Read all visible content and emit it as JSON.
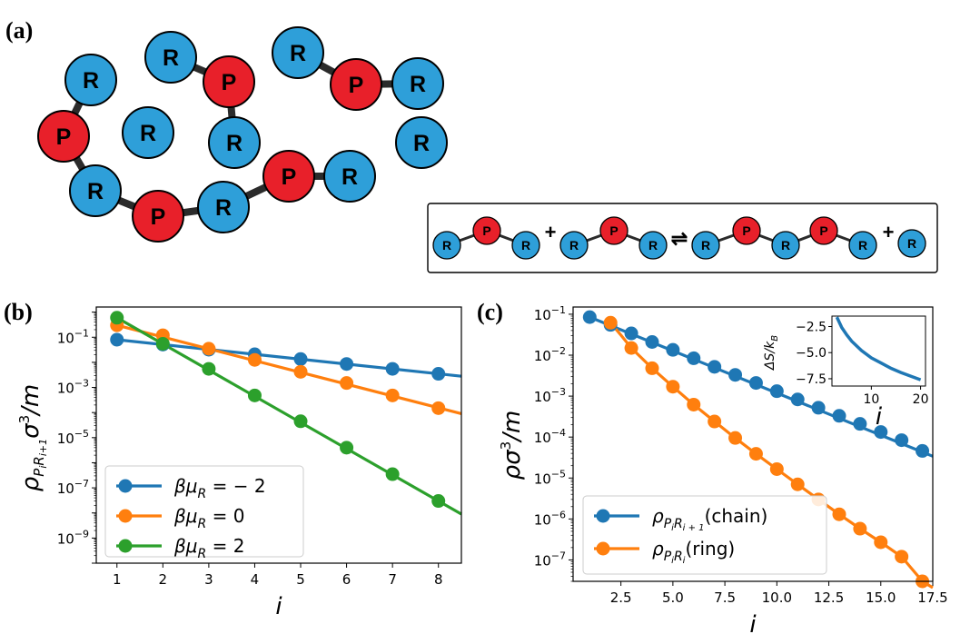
{
  "panel_labels": [
    "(a)",
    "(b)",
    "(c)"
  ],
  "atom_labels": {
    "R": "R",
    "P": "P"
  },
  "colors": {
    "R": "#2e9fd9",
    "P": "#e8202a",
    "blue": "#1f77b4",
    "orange": "#ff7f0e",
    "green": "#2ca02c"
  },
  "reaction_symbols": {
    "plus": "+",
    "equilibrium": "⇌"
  },
  "chart_data": [
    {
      "type": "line",
      "panel": "(b)",
      "xlabel": "i",
      "ylabel": "ρ_{P_iR_{i+1}} σ³/m",
      "yscale": "log",
      "xlim": [
        0.55,
        8.5
      ],
      "ylim": [
        1e-10,
        1.6
      ],
      "xticks": [
        1,
        2,
        3,
        4,
        5,
        6,
        7,
        8
      ],
      "xtick_labels": [
        "1",
        "2",
        "3",
        "4",
        "5",
        "6",
        "7",
        "8"
      ],
      "yticks": [
        0.1,
        0.001,
        1e-05,
        1e-07,
        1e-09
      ],
      "ytick_labels": [
        {
          "b": "10",
          "e": "−1"
        },
        {
          "b": "10",
          "e": "−3"
        },
        {
          "b": "10",
          "e": "−5"
        },
        {
          "b": "10",
          "e": "−7"
        },
        {
          "b": "10",
          "e": "−9"
        }
      ],
      "legend_position": "lower-left",
      "series": [
        {
          "name": "βμ_R = −2",
          "legend": {
            "t1": "βμ",
            "sub": "R",
            "t2": " = − 2"
          },
          "color": "#1f77b4",
          "x": [
            1,
            2,
            3,
            4,
            5,
            6,
            7,
            8
          ],
          "y": [
            0.08,
            0.051,
            0.032,
            0.021,
            0.0135,
            0.0086,
            0.0055,
            0.0035
          ],
          "line_x": [
            1,
            8.5
          ],
          "line_y": [
            0.08,
            0.0028
          ]
        },
        {
          "name": "βμ_R = 0",
          "legend": {
            "t1": "βμ",
            "sub": "R",
            "t2": " = 0"
          },
          "color": "#ff7f0e",
          "x": [
            1,
            2,
            3,
            4,
            5,
            6,
            7,
            8
          ],
          "y": [
            0.3,
            0.12,
            0.035,
            0.0125,
            0.0042,
            0.0015,
            0.00048,
            0.00015
          ],
          "line_x": [
            1,
            8.5
          ],
          "line_y": [
            0.3,
            9e-05
          ]
        },
        {
          "name": "βμ_R = 2",
          "legend": {
            "t1": "βμ",
            "sub": "R",
            "t2": " = 2"
          },
          "color": "#2ca02c",
          "x": [
            1,
            2,
            3,
            4,
            5,
            6,
            7,
            8
          ],
          "y": [
            0.6,
            0.055,
            0.0055,
            0.00048,
            4.5e-05,
            4e-06,
            3.5e-07,
            3e-08
          ],
          "line_x": [
            1,
            8.5
          ],
          "line_y": [
            0.6,
            9e-09
          ]
        }
      ]
    },
    {
      "type": "line",
      "panel": "(c)",
      "xlabel": "i",
      "ylabel": "ρσ³/m",
      "yscale": "log",
      "xlim": [
        0.2,
        17.5
      ],
      "ylim": [
        3e-08,
        0.15
      ],
      "xticks": [
        2.5,
        5,
        7.5,
        10,
        12.5,
        15,
        17.5
      ],
      "xtick_labels": [
        "2.5",
        "5.0",
        "7.5",
        "10.0",
        "12.5",
        "15.0",
        "17.5"
      ],
      "yticks": [
        0.1,
        0.01,
        0.001,
        0.0001,
        1e-05,
        1e-06,
        1e-07
      ],
      "ytick_labels": [
        {
          "b": "10",
          "e": "−1"
        },
        {
          "b": "10",
          "e": "−2"
        },
        {
          "b": "10",
          "e": "−3"
        },
        {
          "b": "10",
          "e": "−4"
        },
        {
          "b": "10",
          "e": "−5"
        },
        {
          "b": "10",
          "e": "−6"
        },
        {
          "b": "10",
          "e": "−7"
        }
      ],
      "legend_position": "lower-left",
      "series": [
        {
          "name": "ρ_{P_iR_{i+1}}(chain)",
          "legend": {
            "t1": "ρ",
            "sub": "P",
            "sub2": "i",
            "sub3": "R",
            "sub4": "i + 1",
            "t2": "(chain)"
          },
          "color": "#1f77b4",
          "x": [
            1,
            2,
            3,
            4,
            5,
            6,
            7,
            8,
            9,
            10,
            11,
            12,
            13,
            14,
            15,
            16,
            17
          ],
          "y": [
            0.085,
            0.055,
            0.034,
            0.021,
            0.0135,
            0.0084,
            0.0052,
            0.0033,
            0.0021,
            0.00132,
            0.00083,
            0.00052,
            0.00033,
            0.00021,
            0.000133,
            8.4e-05,
            4.6e-05
          ],
          "line_x": [
            1,
            17.5
          ],
          "line_y": [
            0.085,
            3.4e-05
          ]
        },
        {
          "name": "ρ_{P_iR_i}(ring)",
          "legend": {
            "t1": "ρ",
            "sub": "P",
            "sub2": "i",
            "sub3": "R",
            "sub4": "i",
            "t2": "(ring)"
          },
          "color": "#ff7f0e",
          "x": [
            2,
            3,
            4,
            5,
            6,
            7,
            8,
            9,
            10,
            11,
            12,
            13,
            14,
            15,
            16,
            17
          ],
          "y": [
            0.062,
            0.015,
            0.0048,
            0.0017,
            0.00062,
            0.00024,
            9.5e-05,
            3.9e-05,
            1.65e-05,
            7e-06,
            3e-06,
            1.3e-06,
            5.8e-07,
            2.7e-07,
            1.2e-07,
            3e-08
          ],
          "line_x": [
            2,
            2.5,
            3,
            4,
            5,
            6,
            7,
            8,
            9,
            10,
            11,
            12,
            13,
            14,
            15,
            16,
            17,
            17.5
          ],
          "line_y": [
            0.062,
            0.031,
            0.015,
            0.0048,
            0.0017,
            0.00062,
            0.00024,
            9.5e-05,
            3.9e-05,
            1.65e-05,
            7e-06,
            3e-06,
            1.3e-06,
            5.8e-07,
            2.7e-07,
            1.2e-07,
            3e-08,
            2.1e-08
          ]
        }
      ],
      "inset": {
        "type": "line",
        "xlabel": "i",
        "ylabel": "ΔS/k_B",
        "ylabel_parts": {
          "t1": "ΔS/k",
          "sub": "B"
        },
        "xlim": [
          2,
          21
        ],
        "ylim": [
          -8.2,
          -1.5
        ],
        "xticks": [
          10,
          20
        ],
        "xtick_labels": [
          "10",
          "20"
        ],
        "yticks": [
          -2.5,
          -5.0,
          -7.5
        ],
        "ytick_labels": [
          "−2.5",
          "−5.0",
          "−7.5"
        ],
        "color": "#1f77b4",
        "x": [
          3,
          4,
          5,
          6,
          8,
          10,
          12,
          14,
          16,
          18,
          20
        ],
        "y": [
          -1.6,
          -2.6,
          -3.3,
          -3.9,
          -4.8,
          -5.5,
          -6.0,
          -6.5,
          -6.9,
          -7.25,
          -7.6
        ]
      }
    }
  ]
}
